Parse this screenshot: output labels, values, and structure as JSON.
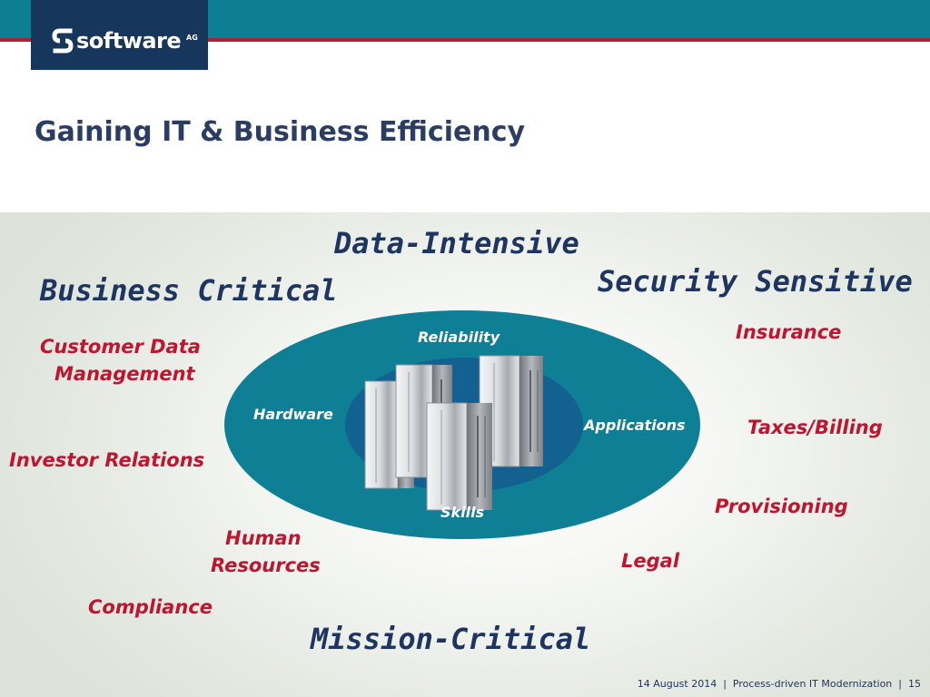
{
  "brand": {
    "logo_word": "software",
    "logo_suffix": "AG",
    "colors": {
      "band": "#0c7f95",
      "rule": "#b01f34",
      "logo_bg": "#16365c",
      "title": "#2b3d63",
      "item_red": "#c0152f",
      "ellipse": "#0e7f95"
    }
  },
  "title": "Gaining IT & Business Efficiency",
  "quadrant_labels": {
    "top": "Data-Intensive",
    "left": "Business Critical",
    "right": "Security Sensitive",
    "bottom": "Mission-Critical"
  },
  "ring_labels": {
    "top": "Reliability",
    "left": "Hardware",
    "right": "Applications",
    "bottom": "Skills"
  },
  "left_items": {
    "customer_data_line1": "Customer Data",
    "customer_data_line2": "Management",
    "investor_relations": "Investor Relations",
    "human_resources_line1": "Human",
    "human_resources_line2": "Resources",
    "compliance": "Compliance"
  },
  "right_items": {
    "insurance": "Insurance",
    "taxes_billing": "Taxes/Billing",
    "provisioning": "Provisioning",
    "legal": "Legal"
  },
  "illustration": {
    "icon": "mainframe-servers-icon"
  },
  "footer": {
    "date": "14 August 2014",
    "separator": "  |  ",
    "presentation": "Process-driven IT Modernization",
    "page_number": "15"
  }
}
